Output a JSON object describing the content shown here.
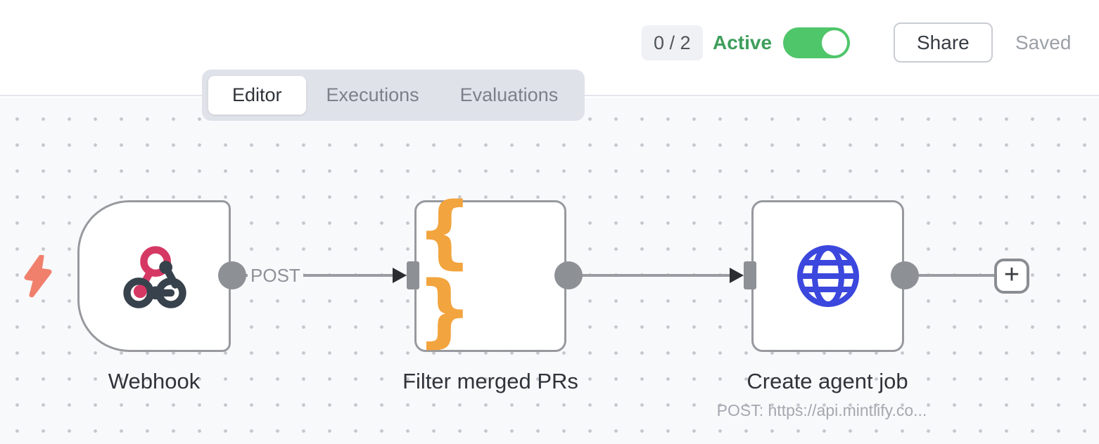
{
  "header": {
    "issues_badge": "0 / 2",
    "active_label": "Active",
    "active_state": "on",
    "share_label": "Share",
    "saved_label": "Saved"
  },
  "tabs": [
    {
      "label": "Editor",
      "active": true
    },
    {
      "label": "Executions",
      "active": false
    },
    {
      "label": "Evaluations",
      "active": false
    }
  ],
  "workflow": {
    "nodes": [
      {
        "name": "Webhook",
        "type": "webhook-trigger",
        "icon": "webhook-icon",
        "output_label": "POST"
      },
      {
        "name": "Filter merged PRs",
        "type": "code",
        "icon": "curly-braces-icon",
        "icon_glyph": "{ }"
      },
      {
        "name": "Create agent job",
        "type": "http-request",
        "icon": "globe-icon",
        "subtitle": "POST: https://api.mintlify.co..."
      }
    ],
    "add_node_label": "+"
  },
  "colors": {
    "toggle_on": "#4fc66a",
    "active_text": "#3d9e5b",
    "webhook_pink": "#d63864",
    "webhook_dark": "#37424c",
    "code_orange": "#f2a43e",
    "http_blue": "#3b47dd",
    "trigger_bolt": "#f0806c",
    "node_border": "#97999e",
    "connection_gray": "#999ca1",
    "canvas_bg": "#f8f9fb"
  }
}
